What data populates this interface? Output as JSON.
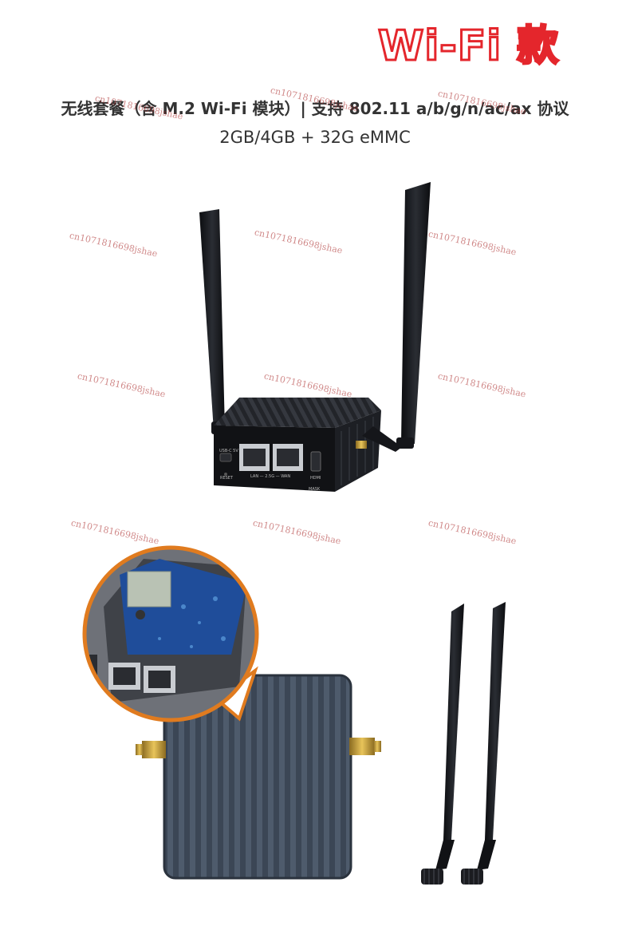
{
  "badge": {
    "text": "Wi-Fi 款",
    "color": "#e4262c"
  },
  "subtitle": {
    "line1": "无线套餐（含 M.2 Wi-Fi 模块）| 支持 802.11 a/b/g/n/ac/ax 协议",
    "line2": "2GB/4GB + 32G eMMC"
  },
  "device_labels": {
    "usb": "USB-C 5V",
    "reset": "RESET",
    "lan_wan": "LAN — 2.5G — WAN",
    "hdmi": "HDMI",
    "mask": "MASK"
  },
  "watermark": "cn1071816698jshae"
}
